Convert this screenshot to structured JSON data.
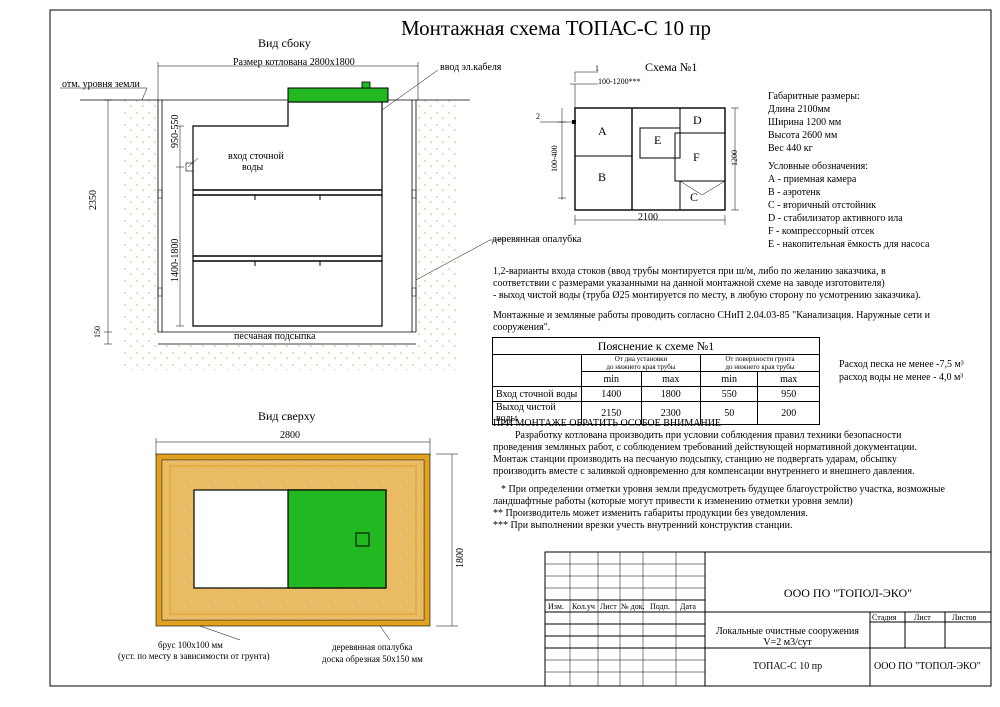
{
  "title": "Монтажная схема ТОПАС-С 10 пр",
  "side_view": {
    "heading": "Вид сбоку",
    "pit_size": "Размер котлована 2800x1800",
    "ground_level": "отм. уровня земли",
    "cable_inlet": "ввод эл.кабеля",
    "sewage_inlet_1": "вход сточной",
    "sewage_inlet_2": "воды",
    "wood_formwork": "деревянная опалубка",
    "sand_bed": "песчаная подсыпка",
    "dim_2350": "2350",
    "dim_950_550": "950-550",
    "dim_1400_1800": "1400-1800",
    "dim_150": "150"
  },
  "scheme": {
    "heading": "Схема №1",
    "dim_1": "1",
    "dim_2": "2",
    "dim_100_1200": "100-1200***",
    "dim_100_400": "100-400",
    "dim_1200": "1200",
    "dim_2100": "2100",
    "label_a": "A",
    "label_b": "B",
    "label_e": "E",
    "label_d": "D",
    "label_f": "F",
    "label_c": "C"
  },
  "specs": {
    "heading": "Габаритные размеры:",
    "length": "Длина 2100мм",
    "width": "Ширина 1200 мм",
    "height": "Высота 2600 мм",
    "weight": "Вес 440 кг"
  },
  "legend": {
    "heading": "Условные обозначения:",
    "a": "А - приемная  камера",
    "b": "В - аэротенк",
    "c": "С - вторичный отстойник",
    "d": "D - стабилизатор активного  ила",
    "f": "F - компрессорный отсек",
    "e": "E - накопительная ёмкость для насоса"
  },
  "notes": {
    "line1": "1,2-варианты входа  стоков (ввод трубы монтируется при ш/м, либо по желанию заказчика, в",
    "line2": "соответствии с размерами указанными на данной монтажной схеме на заводе изготовителя)",
    "line3": "- выход чистой воды (труба Ø25 монтируется по месту, в любую сторону по усмотрению заказчика).",
    "line4": "Монтажные и земляные работы проводить согласно СНиП 2.04.03-85 \"Канализация. Наружные сети и",
    "line5": "сооружения\"."
  },
  "table": {
    "heading": "Пояснение к схеме №1",
    "group1_l1": "От дна установки",
    "group1_l2": "до нижнего края трубы",
    "group2_l1": "От поверхности грунта",
    "group2_l2": "до нижнего края трубы",
    "min": "min",
    "max": "max",
    "rows": [
      {
        "label": "Вход сточной воды",
        "v1": "1400",
        "v2": "1800",
        "v3": "550",
        "v4": "950"
      },
      {
        "label": "Выход чистой воды",
        "v1": "2150",
        "v2": "2300",
        "v3": "50",
        "v4": "200"
      }
    ]
  },
  "consumption": {
    "sand": "Расход песка не менее -7,5 м³",
    "water": "расход воды не менее - 4,0 м³"
  },
  "attention": {
    "heading": "ПРИ МОНТАЖЕ ОБРАТИТЬ ОСОБОЕ ВНИМАНИЕ",
    "p1": "Разработку котлована производить при условии соблюдения правил техники безопасности",
    "p2": "проведения земляных работ, с соблюдением требований действующей нормативной документации.",
    "p3": "Монтаж станции производить на песчаную подсыпку, станцию не подвергать ударам, обсыпку",
    "p4": "производить вместе с заливкой одновременно для компенсации внутреннего и внешнего давления.",
    "f1": "* При определении отметки уровня земли предусмотреть будущее благоустройство участка, возможные",
    "f1b": "ландшафтные работы (которые могут привести к изменению отметки уровня земли)",
    "f2": "** Производитель может изменить габариты продукции без уведомления.",
    "f3": "*** При выполнении врезки учесть внутренний конструктив станции."
  },
  "top_view": {
    "heading": "Вид сверху",
    "dim_2800": "2800",
    "dim_1800": "1800",
    "beam_1": "брус 100х100 мм",
    "beam_2": "(уст. по месту в зависимости от грунта)",
    "formwork_1": "деревянная опалубка",
    "formwork_2": "доска обрезная 50х150 мм"
  },
  "stamp": {
    "company": "ООО ПО \"ТОПОЛ-ЭКО\"",
    "company2": "ООО ПО \"ТОПОЛ-ЭКО\"",
    "product_1": "Локальные очистные сооружения",
    "product_2": "V=2 м3/сут",
    "model": "ТОПАС-С 10 пр",
    "izm": "Изм.",
    "koluch": "Кол.уч",
    "list": "Лист",
    "ndok": "№ док.",
    "podp": "Подп.",
    "data": "Дата",
    "stadia": "Стадия",
    "list2": "Лист",
    "listov": "Листов"
  },
  "colors": {
    "green": "#22b822",
    "dots": "#d8c98a",
    "wood": "#e0a020"
  }
}
